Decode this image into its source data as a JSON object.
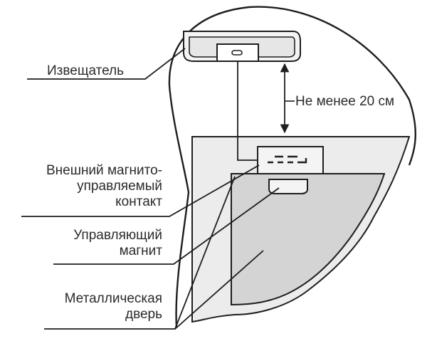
{
  "labels": {
    "detector": "Извещатель",
    "distance": "Не менее 20 см",
    "contact": [
      "Внешний магнито-",
      "управляемый",
      "контакт"
    ],
    "magnet": [
      "Управляющий",
      "магнит"
    ],
    "door": [
      "Металлическая",
      "дверь"
    ]
  },
  "colors": {
    "stroke": "#1e1e1e",
    "frame_fill": "#ececec",
    "door_fill": "#d4d4d4",
    "detector_fill": "#f4f4f4",
    "text": "#2b2b2b"
  }
}
